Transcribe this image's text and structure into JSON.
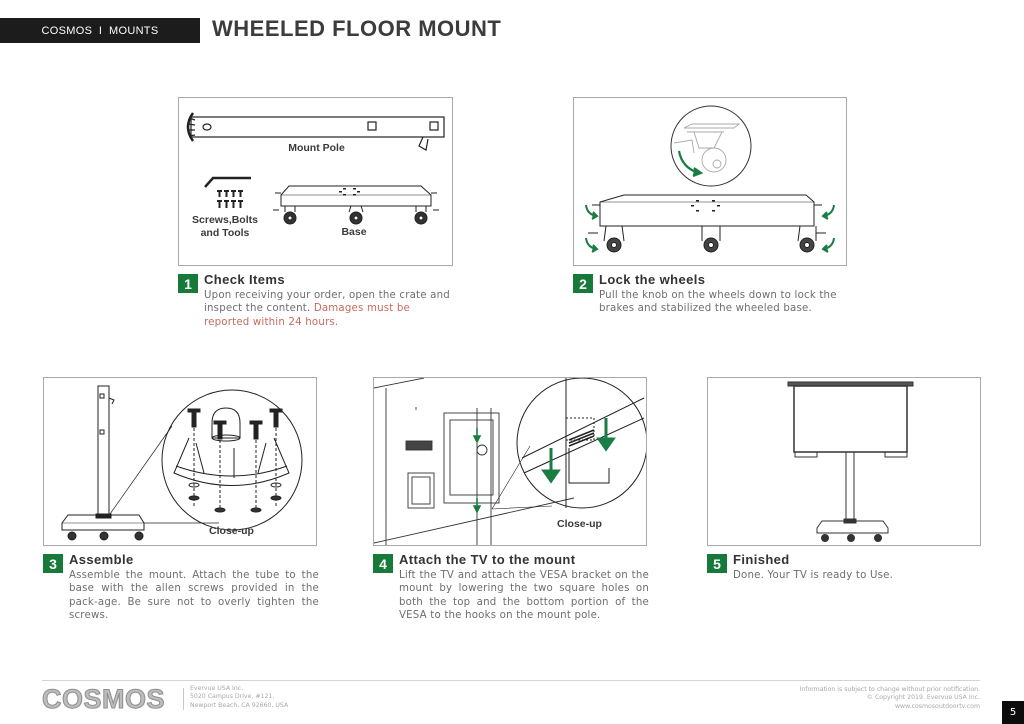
{
  "header": {
    "section_label": "COSMOS  I  MOUNTS",
    "title": "WHEELED FLOOR MOUNT"
  },
  "panels": {
    "check_items": {
      "mount_pole_label": "Mount Pole",
      "tools_label_line1": "Screws,Bolts",
      "tools_label_line2": "and Tools",
      "base_label": "Base"
    },
    "assemble": {
      "closeup_label": "Close-up"
    },
    "attach": {
      "closeup_label": "Close-up"
    }
  },
  "steps": [
    {
      "number": "1",
      "title": "Check Items",
      "body": "Upon receiving your order, open the crate and inspect the content. ",
      "warning": "Damages must be reported within 24 hours."
    },
    {
      "number": "2",
      "title": "Lock the wheels",
      "body": "Pull the knob on the wheels down to lock the brakes and stabilized the wheeled base."
    },
    {
      "number": "3",
      "title": "Assemble",
      "body": "Assemble the mount. Attach the tube to the base with the allen screws provided in the pack-age. Be sure not to overly tighten the screws."
    },
    {
      "number": "4",
      "title": "Attach the TV to the mount",
      "body": "Lift the TV and attach the VESA bracket on the mount by lowering the two square holes on both the top and the bottom portion of the VESA to the hooks on the mount pole."
    },
    {
      "number": "5",
      "title": "Finished",
      "body": "Done. Your TV is ready to Use."
    }
  ],
  "colors": {
    "accent_green": "#177a3b",
    "warning_red": "#c86a5f",
    "header_bar": "#1c1c1c"
  },
  "footer": {
    "logo": "COSMOS",
    "address": [
      "Evervue USA Inc.",
      "5020 Campus Drive, #121,",
      "Newport Beach, CA 92660, USA"
    ],
    "legal": [
      "Information is subject to change without prior notification.",
      "© Copyright 2019. Evervue USA Inc.",
      "www.cosmosoutdoortv.com"
    ],
    "page_number": "5"
  }
}
